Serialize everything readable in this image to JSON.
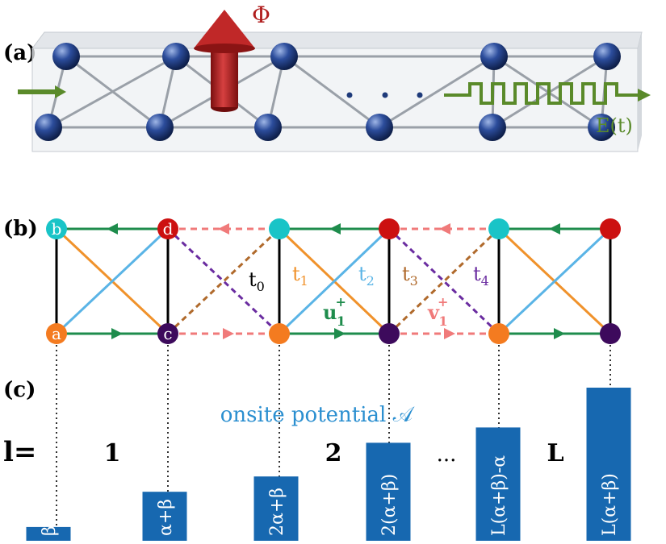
{
  "panels": {
    "a": {
      "label": "(a)",
      "flux_symbol": "Φ",
      "field_label": "E(t)",
      "ellipsis": "..."
    },
    "b": {
      "label": "(b)",
      "site_labels": [
        "a",
        "b",
        "c",
        "d"
      ],
      "hopping": {
        "t0": {
          "base": "t",
          "sub": "0"
        },
        "t1": {
          "base": "t",
          "sub": "1"
        },
        "t2": {
          "base": "t",
          "sub": "2"
        },
        "t3": {
          "base": "t",
          "sub": "3"
        },
        "t4": {
          "base": "t",
          "sub": "4"
        }
      },
      "u1": {
        "base": "u",
        "sub": "1",
        "sup": "+"
      },
      "v1": {
        "base": "v",
        "sub": "1",
        "sup": "+"
      }
    },
    "c": {
      "label": "(c)",
      "title": "onsite potential 𝒜",
      "l_prefix": "l=",
      "cell_indices": [
        "1",
        "2",
        "...",
        "L"
      ],
      "bars": [
        {
          "label": "β",
          "rel": 0.09
        },
        {
          "label": "α+β",
          "rel": 0.32
        },
        {
          "label": "2α+β",
          "rel": 0.42
        },
        {
          "label": "2(α+β)",
          "rel": 0.64
        },
        {
          "label": "L(α+β)-α",
          "rel": 0.74
        },
        {
          "label": "L(α+β)",
          "rel": 1.0
        }
      ]
    }
  },
  "colors": {
    "a_site": "#f47b20",
    "b_site": "#19c4c7",
    "c_site": "#3d0a5c",
    "d_site": "#cc1010",
    "t0": "#000000",
    "t1": "#f0922b",
    "t2": "#5ab4e6",
    "t3": "#b06a2c",
    "t4": "#6a2ca0",
    "u_arrow": "#1e8c4c",
    "v_arrow": "#f07a7a",
    "flux": "#b01c1c",
    "field": "#5a8a2a",
    "bar": "#1768b0"
  }
}
